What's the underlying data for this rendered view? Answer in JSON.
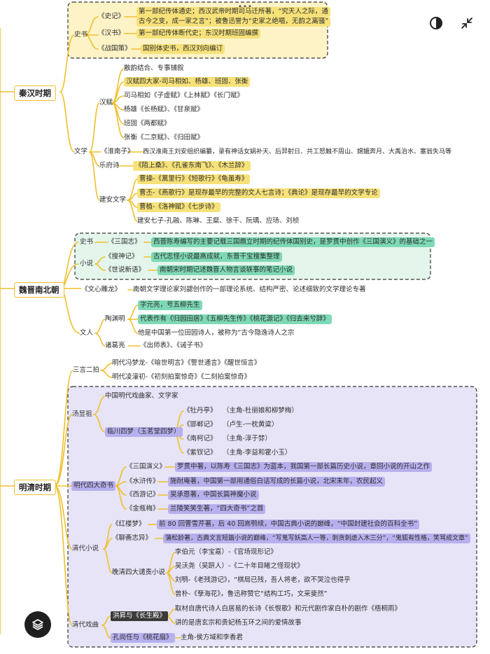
{
  "colors": {
    "line": "#f0bf2c",
    "frame_yellow": "#fdf3c7",
    "frame_green": "#e4f5ec",
    "frame_purple": "#e7e4f7",
    "hl_yellow": "#f7e27a",
    "hl_green": "#7ed9b6",
    "hl_purple": "#b7b0ee"
  },
  "toolbar": {
    "theme_icon": "contrast-icon",
    "collapse_icon": "collapse-icon",
    "layers_icon": "layers-icon"
  },
  "qinhan": {
    "title": "秦汉时期",
    "shishu": {
      "label": "史书",
      "shiji": "《史记》",
      "shiji_desc_1": "第一部纪传体通史；西汉武帝时期司马迁所著，“究天人之际，通",
      "shiji_desc_2": "古今之变，成一家之言”；被鲁迅誉为“史家之绝唱，无韵之离骚”",
      "hanshu": "《汉书》",
      "hanshu_desc": "第一部纪传体断代史；东汉时期班固编撰",
      "zhanguoce": "《战国策》",
      "zhanguoce_desc": "国别体史书，西汉刘向编订"
    },
    "wenxue": {
      "label": "文学",
      "hanfu": "汉赋",
      "hanfu_items": [
        "散韵结合、专事铺叙",
        "汉赋四大家-司马相如、杨雄、班固、张衡",
        "司马相如《子虚赋》《上林赋》《长门赋》",
        "杨雄《长杨赋》、《甘泉赋》",
        "班固《两都赋》",
        "张衡《二京赋》、《归田赋》"
      ],
      "huainanzi": "《淮南子》",
      "huainanzi_desc": "西汉淮南王刘安组织编纂，录有神话女娲补天、后羿射日、共工怒触不周山、嫦娥奔月、大禹治水、塞翁失马等",
      "yuefu": "乐府诗",
      "yuefu_desc": "《陌上桑》、《孔雀东南飞》、《木兰辞》",
      "jianan": "建安文学",
      "jianan_items": [
        "曹操-《蒿里行》《短歌行》《龟虽寿》",
        "曹丕-《燕歌行》是现存最早的完整的文人七言诗；《典论》是现存最早的文学专论",
        "曹植-《洛神赋》《七步诗》",
        "建安七子-孔融、陈琳、王粲、徐干、阮瑀、应玚、刘桢"
      ]
    }
  },
  "weijin": {
    "title": "魏晋南北朝",
    "shishu": {
      "label": "史书",
      "title": "《三国志》",
      "desc": "西晋陈寿编写的主要记载三国鼎立时期的纪传体国别史，是罗贯中创作《三国演义》的基础之一"
    },
    "xiaoshuo": {
      "label": "小说",
      "soushenji": "《搜神记》",
      "soushenji_desc": "古代志怪小说最高成就，东晋干宝搜集整理",
      "shishuo": "《世说新语》",
      "shishuo_desc": "南朝宋时期记述魏晋人物言谈轶事的笔记小说"
    },
    "wenxindiaolong": "《文心雕龙》",
    "wenxindiaolong_desc": "南朝文学理论家刘勰创作的一部理论系统、结构严密、论述细致的文学理论专著",
    "wenren": {
      "label": "文人",
      "taoyuanming": "陶渊明",
      "tao_items": [
        "字元亮，号五柳先生",
        "代表作有《归园田居》《五柳先生传》《桃花源记》《归去来兮辞》",
        "他是中国第一位田园诗人，被称为“古今隐逸诗人之宗"
      ],
      "zhugeliang": "诸葛亮",
      "zhuge_desc": "《出师表》、《诫子书》"
    }
  },
  "mingqing": {
    "title": "明清时期",
    "sanyan": {
      "label": "三言二拍",
      "items": [
        "明代冯梦龙-《喻世明言》《警世通言》《醒世恒言》",
        "明代凌濛初-《初刻拍案惊奇》《二刻拍案惊奇》"
      ]
    },
    "tangxianzu": {
      "label": "汤显祖",
      "desc": "中国明代戏曲家、文学家",
      "linchuan": "临川四梦（玉茗堂四梦）",
      "plays": [
        "《牡丹亭》",
        "《邯郸记》",
        "《南柯记》",
        "《紫钗记》"
      ],
      "plays_desc": [
        "（主角-杜丽娘和柳梦梅）",
        "（卢生-一枕黄粱）",
        "（主角-淳于棼）",
        "（主角-李益和霍小玉）"
      ]
    },
    "sidaqishu": {
      "label": "明代四大奇书",
      "titles": [
        "《三国演义》",
        "《水浒传》",
        "《西游记》",
        "《金瓶梅》"
      ],
      "descs": [
        "罗贯中著，以陈寿《三国志》为蓝本，我国第一部长篇历史小说，章回小说的开山之作",
        "施耐庵著，中国第一部用通俗白话写成的长篇小说，北宋末年，农民起义",
        "吴承恩著，中国长篇神魔小说",
        "兰陵笑笑生著，“四大奇书”之首"
      ]
    },
    "qingxiaoshuo": {
      "label": "清代小说",
      "hongloumeng": "《红楼梦》",
      "hongloumeng_desc": "前 80 回曹雪芹著，后 40 回高鹗续，中国古典小说的巅峰，“中国封建社会的百科全书”",
      "liaozhai": "《聊斋志异》",
      "liaozhai_desc": "蒲松龄著，古典文言短篇小说的巅峰，“写鬼写妖高人一等，刺贪刺虐入木三分”，“鬼狐有性格，笑骂成文章”",
      "qianze": "晚清四大谴责小说",
      "qianze_items": [
        "李伯元（李宝嘉）-《官场现形记》",
        "吴沃尧（吴趼人）-《二十年目睹之怪现状》",
        "刘鹗-《老残游记》，“棋局已残，吾人将老，欲不哭泣也得乎",
        "曾朴-《孽海花》，鲁迅称赞它“结构工巧，文采斐然”"
      ]
    },
    "qingxiqu": {
      "label": "清代戏曲",
      "hongsheng": "洪昇与《长生殿》",
      "hongsheng_items": [
        "取材自唐代诗人白居易的长诗《长恨歌》和元代剧作家白朴的剧作《梧桐雨》",
        "讲的是唐玄宗和贵妃杨玉环之间的爱情故事"
      ],
      "kongshangren": "孔尚任与《桃花扇》",
      "kong_desc": "主角-侯方域和李香君"
    }
  }
}
